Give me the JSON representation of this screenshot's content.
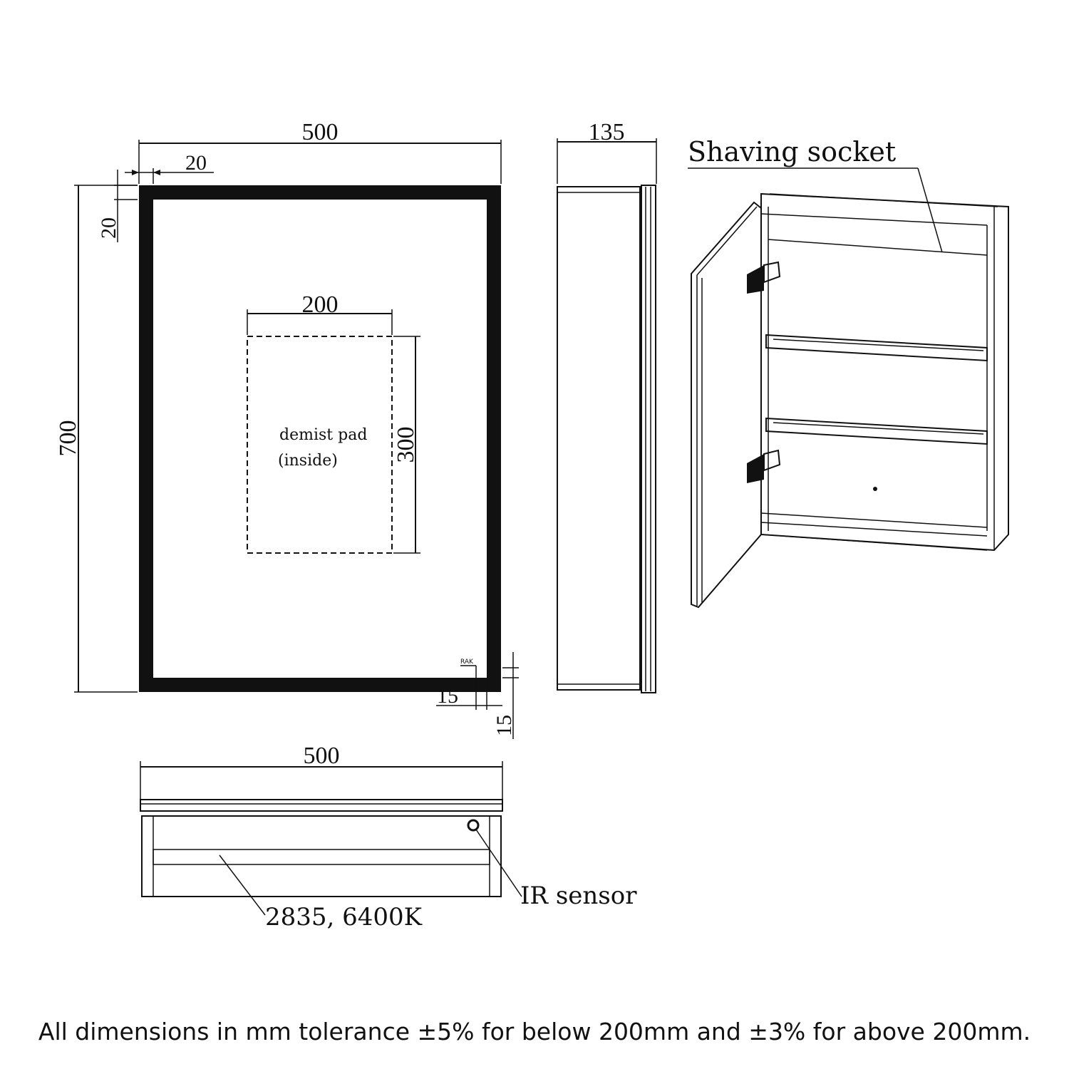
{
  "front_view": {
    "width_label": "500",
    "frame_top_label": "20",
    "frame_side_label": "20",
    "height_label": "700",
    "pad_width_label": "200",
    "pad_height_label": "300",
    "pad_text_line1": "demist pad",
    "pad_text_line2": "(inside)",
    "sensor_offset_x_label": "15",
    "sensor_offset_y_label": "15",
    "sensor_tag": "RAK"
  },
  "side_view": {
    "depth_label": "135"
  },
  "open_view": {
    "callout_label": "Shaving socket"
  },
  "bottom_view": {
    "width_label": "500",
    "led_label": "2835, 6400K",
    "sensor_label": "IR sensor"
  },
  "footer": {
    "note": "All dimensions in mm tolerance ±5% for below 200mm and ±3% for above 200mm."
  }
}
